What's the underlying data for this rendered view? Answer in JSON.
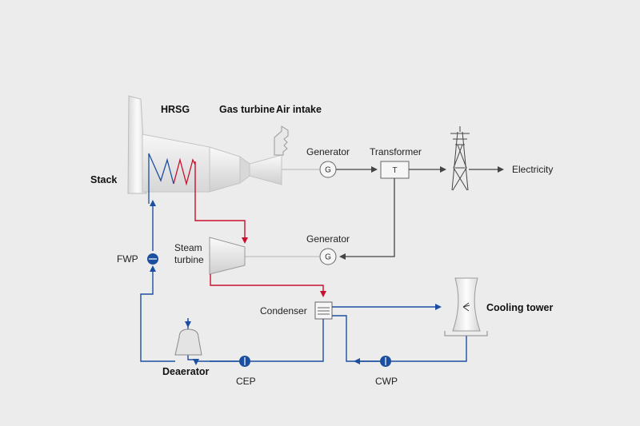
{
  "labels": {
    "stack": "Stack",
    "hrsg": "HRSG",
    "gas_turbine": "Gas turbine",
    "air_intake": "Air intake",
    "generator_top": "Generator",
    "transformer": "Transformer",
    "electricity": "Electricity",
    "generator_bottom": "Generator",
    "steam_turbine_line1": "Steam",
    "steam_turbine_line2": "turbine",
    "fwp": "FWP",
    "condenser": "Condenser",
    "cooling_tower": "Cooling tower",
    "deaerator": "Deaerator",
    "cep": "CEP",
    "cwp": "CWP"
  },
  "symbols": {
    "generator": "G",
    "transformer": "T"
  },
  "colors": {
    "steam_line": "#c8102e",
    "water_line": "#1d4fa0",
    "power_line": "#444444",
    "shaft_line": "#bfbfbf",
    "equipment_fill": "#e4e4e4",
    "background": "#ececec"
  }
}
